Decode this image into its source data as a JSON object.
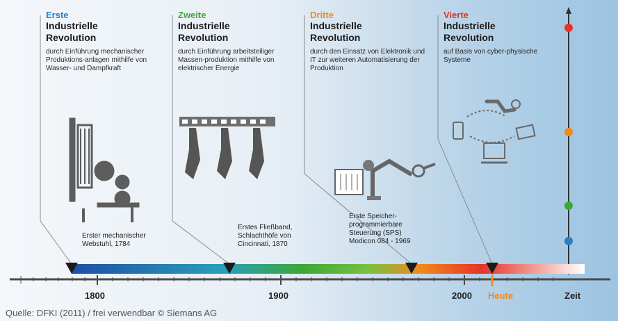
{
  "revolutions": [
    {
      "ordinal": "Erste",
      "ordinal_color": "#2a7fc4",
      "title_line1": "Industrielle",
      "title_line2": "Revolution",
      "description": "durch Einführung mechanischer Produktions-anlagen mithilfe von Wasser- und Dampfkraft",
      "milestone": "Erster mechanischer Webstuhl, 1784"
    },
    {
      "ordinal": "Zweite",
      "ordinal_color": "#3aa836",
      "title_line1": "Industrielle",
      "title_line2": "Revolution",
      "description": "durch Einführung arbeitsteiliger Massen-produktion mithilfe von elektrischer Energie",
      "milestone": "Erstes Fließband, Schlachthöfe von Cincinnati, 1870"
    },
    {
      "ordinal": "Dritte",
      "ordinal_color": "#f08a1c",
      "title_line1": "Industrielle",
      "title_line2": "Revolution",
      "description": "durch den Einsatz von Elektronik und IT zur weiteren Automatisierung der Produktion",
      "milestone": "Erste Speicher-programmierbare Steuerung (SPS) Modicon 084 - 1969"
    },
    {
      "ordinal": "Vierte",
      "ordinal_color": "#e6332a",
      "title_line1": "Industrielle",
      "title_line2": "Revolution",
      "description": "auf Basis von cyber-physische Systeme",
      "milestone": ""
    }
  ],
  "axis": {
    "ticks": [
      "1800",
      "1900",
      "2000"
    ],
    "today": "Heute",
    "today_color": "#f08a1c",
    "label": "Zeit"
  },
  "source": "Quelle: DFKI (2011) / frei verwendbar © Siemans AG",
  "dots": [
    {
      "color": "#e6332a"
    },
    {
      "color": "#f08a1c"
    },
    {
      "color": "#3aa836"
    },
    {
      "color": "#2a7fc4"
    }
  ]
}
